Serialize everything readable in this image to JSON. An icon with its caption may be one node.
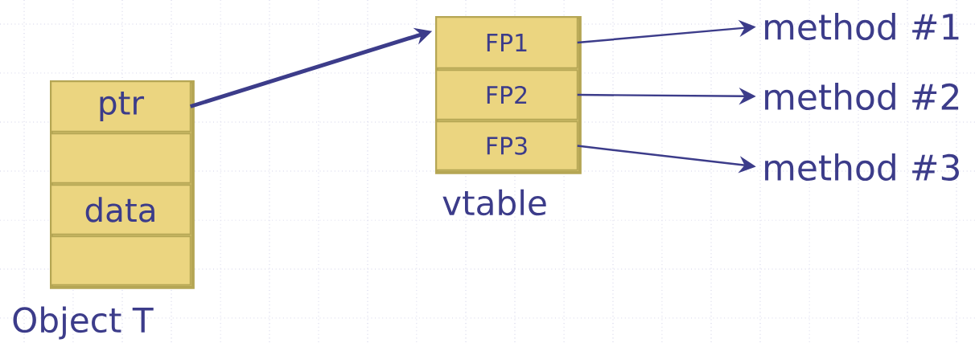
{
  "diagram": {
    "nodes": [
      {
        "text": [],
        "shape": "box",
        "beside": [
          "Object T"
        ]
      },
      {
        "text": [
          "ptr"
        ],
        "in": 0
      },
      {
        "text": [],
        "shape": "box",
        "in": 0
      },
      {
        "text": [
          "data"
        ],
        "in": 0
      },
      {
        "text": [],
        "shape": "box",
        "in": 0
      },
      {
        "text": [],
        "shape": "box",
        "beside": [
          "vtable"
        ]
      },
      {
        "text": [
          "FP1"
        ],
        "in": 5
      },
      {
        "text": [
          "FP2"
        ],
        "in": 5
      },
      {
        "text": [
          "FP3"
        ],
        "in": 5
      },
      {
        "text": [
          "method #1"
        ]
      },
      {
        "text": [
          "method #2"
        ]
      },
      {
        "text": [
          "method #3"
        ]
      }
    ],
    "edges": [
      {
        "from": 1,
        "to": 6,
        "arrow": "to",
        "style": "thick"
      },
      {
        "from": 6,
        "to": 9,
        "arrow": "to"
      },
      {
        "from": 7,
        "to": 10,
        "arrow": "to"
      },
      {
        "from": 8,
        "to": 11,
        "arrow": "to"
      }
    ]
  }
}
